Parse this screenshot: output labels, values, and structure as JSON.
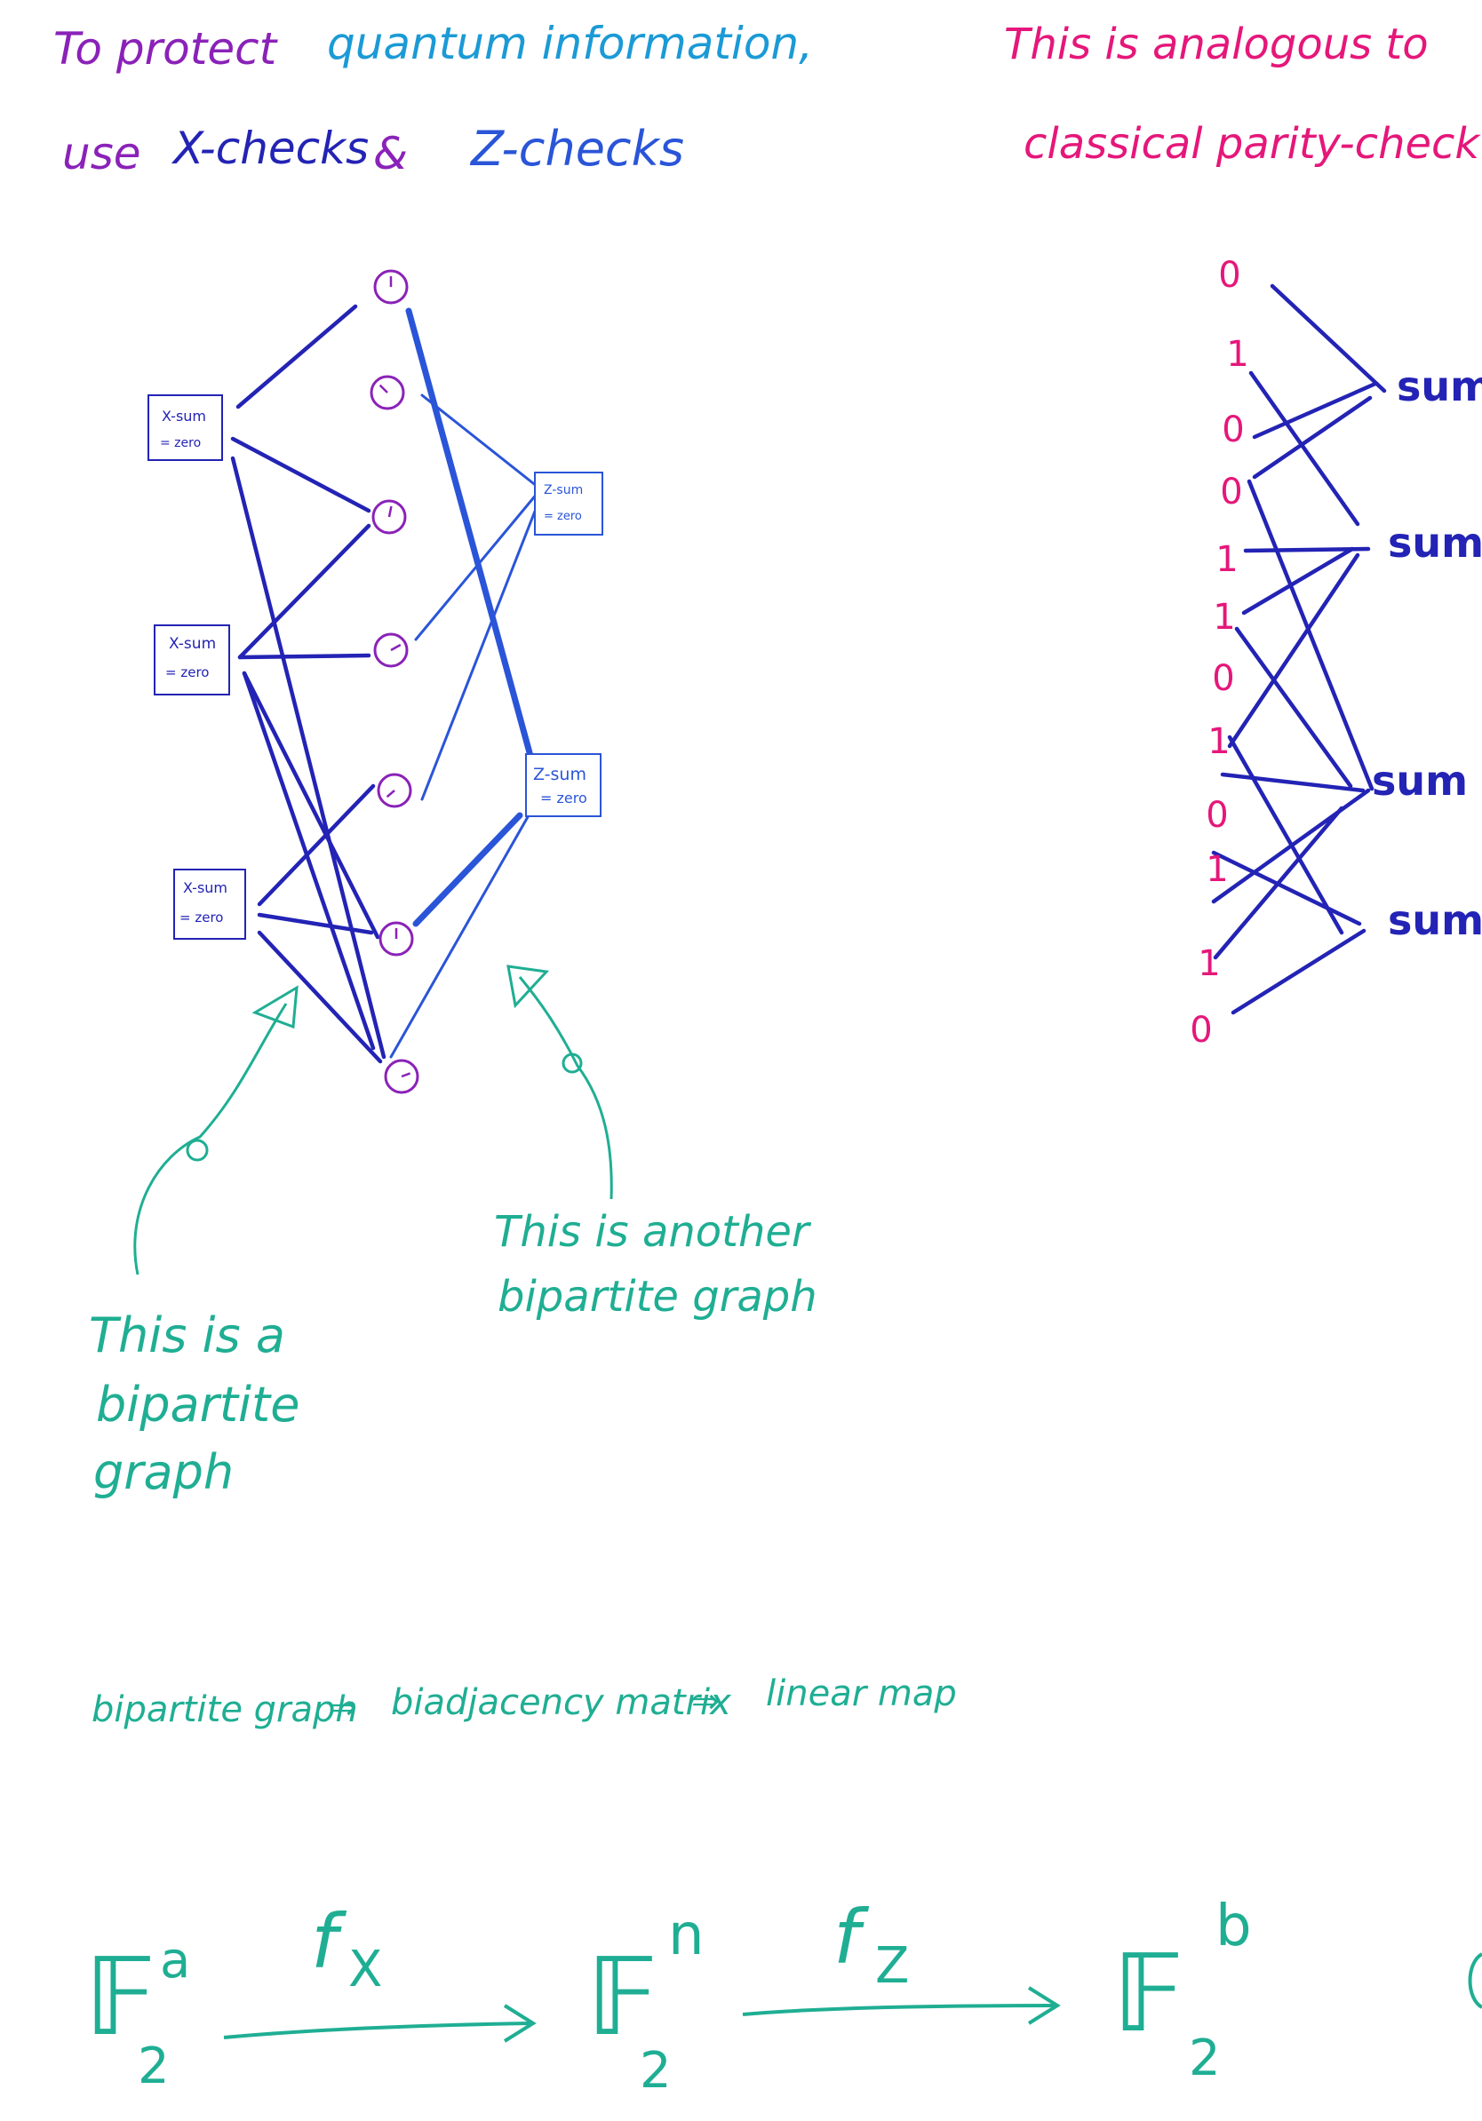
{
  "colors": {
    "purple": "#8a22b8",
    "sky": "#1b9ad6",
    "navy": "#2323b5",
    "blue": "#2a55d8",
    "pink": "#e5177a",
    "teal": "#1fae93"
  },
  "header": {
    "line1_a": "To protect",
    "line1_b": "quantum information,",
    "line2_a": "use",
    "line2_b": "X-checks",
    "line2_c": "&",
    "line2_d": "Z-checks"
  },
  "analogy": {
    "line1": "This is analogous to",
    "line2": "classical parity-check code"
  },
  "x_checks": [
    {
      "line1": "X-sum",
      "line2": "= zero"
    },
    {
      "line1": "X-sum",
      "line2": "= zero"
    },
    {
      "line1": "X-sum",
      "line2": "= zero"
    }
  ],
  "z_checks": [
    {
      "line1": "Z-sum",
      "line2": "= zero"
    },
    {
      "line1": "Z-sum",
      "line2": "= zero"
    }
  ],
  "qubit_count": 7,
  "bits": [
    "0",
    "1",
    "0",
    "0",
    "1",
    "1",
    "0",
    "1",
    "0",
    "1",
    "1",
    "0"
  ],
  "sums": [
    "sum",
    "sum =",
    "sum =",
    "sum"
  ],
  "annotations": {
    "left": [
      "This is a",
      "bipartite",
      "graph"
    ],
    "right": [
      "This is another",
      "bipartite graph"
    ]
  },
  "chain": {
    "a": "bipartite graph",
    "arrow1": "⇒",
    "b": "biadjacency matrix",
    "arrow2": "⇒",
    "c": "linear map"
  },
  "sequence": {
    "F": "𝔽",
    "sub": "2",
    "exp_a": "a",
    "exp_n": "n",
    "exp_b": "b",
    "map_x": "f",
    "map_x_sub": "X",
    "map_z": "f",
    "map_z_sub": "Z"
  }
}
